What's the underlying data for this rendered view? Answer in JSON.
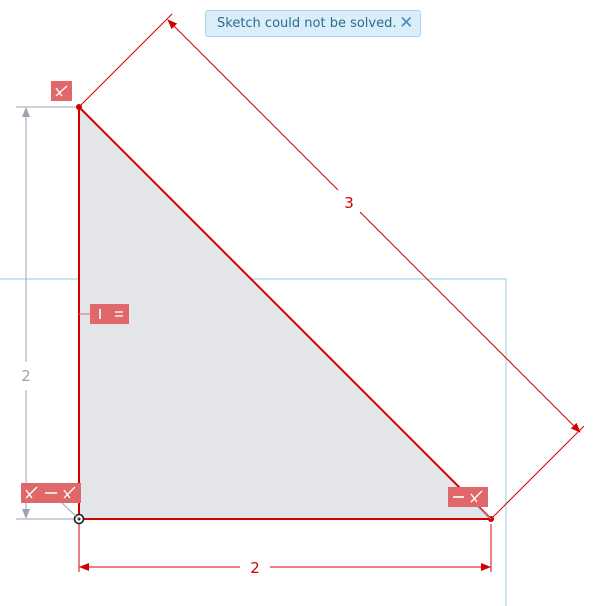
{
  "toast": {
    "message": "Sketch could not be solved.",
    "close_icon": "close-icon"
  },
  "dimensions": {
    "vertical_leg": "2",
    "horizontal_leg": "2",
    "hypotenuse": "3"
  },
  "constraint_badges": {
    "top_vertex": "perpendicular-icon",
    "left_side": "vertical-equal-icon",
    "origin_corner": "perpendicular-horizontal-perpendicular-icon",
    "right_vertex": "horizontal-perpendicular-icon"
  },
  "colors": {
    "sketch_line": "#d40000",
    "fill": "#e3e5e8",
    "badge": "#e0686a",
    "inactive_dimension": "#9aa5b1",
    "plane_outline": "#a8d6e6",
    "toast_bg": "#d9eef8",
    "toast_text": "#2b6c8f"
  }
}
